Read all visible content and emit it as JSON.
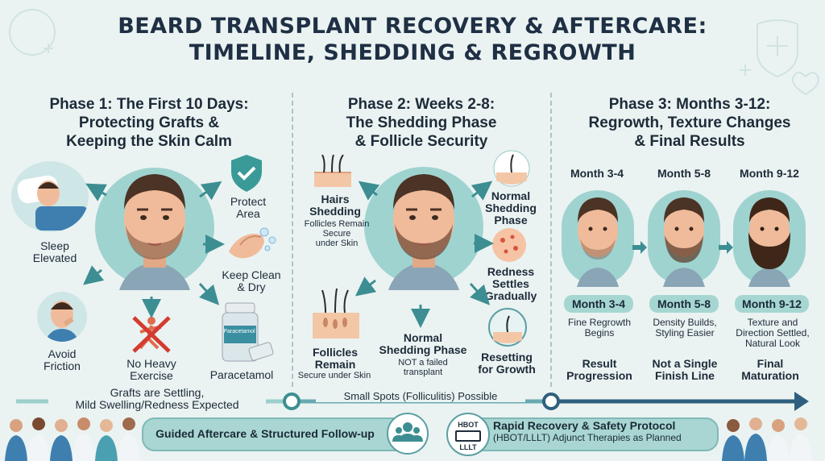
{
  "title_line1": "BEARD TRANSPLANT RECOVERY & AFTERCARE:",
  "title_line2": "TIMELINE, SHEDDING & REGROWTH",
  "phase1": {
    "title": [
      "Phase 1: The First 10 Days:",
      "Protecting Grafts &",
      "Keeping the Skin Calm"
    ],
    "items": {
      "sleep": [
        "Sleep",
        "Elevated"
      ],
      "protect": [
        "Protect",
        "Area"
      ],
      "clean": [
        "Keep Clean",
        "& Dry"
      ],
      "friction": [
        "Avoid",
        "Friction"
      ],
      "exercise": [
        "No Heavy",
        "Exercise"
      ],
      "paracetamol": "Paracetamol",
      "bottle_label": "Paracetamol"
    }
  },
  "phase2": {
    "title": [
      "Phase 2: Weeks 2-8:",
      "The Shedding Phase",
      "& Follicle Security"
    ],
    "items": {
      "hairs_shedding": [
        "Hairs",
        "Shedding"
      ],
      "hairs_sub": [
        "Follicles Remain",
        "Secure",
        "under Skin"
      ],
      "normal_shedding": [
        "Normal",
        "Shedding",
        "Phase"
      ],
      "redness": [
        "Redness",
        "Settles",
        "Gradually"
      ],
      "follicles_remain": [
        "Follicles",
        "Remain"
      ],
      "follicles_sub": "Secure under Skin",
      "normal_center": [
        "Normal",
        "Shedding Phase"
      ],
      "normal_center_sub": [
        "NOT a failed",
        "transplant"
      ],
      "resetting": [
        "Resetting",
        "for Growth"
      ]
    }
  },
  "phase3": {
    "title": [
      "Phase 3: Months 3-12:",
      "Regrowth, Texture Changes",
      "& Final Results"
    ],
    "months": [
      {
        "top": "Month 3-4",
        "pill": "Month 3-4",
        "desc": [
          "Fine Regrowth",
          "Begins"
        ],
        "result": [
          "Result",
          "Progression"
        ]
      },
      {
        "top": "Month 5-8",
        "pill": "Month 5-8",
        "desc": [
          "Density Builds,",
          "Styling Easier"
        ],
        "result": [
          "Not a Single",
          "Finish Line"
        ]
      },
      {
        "top": "Month 9-12",
        "pill": "Month 9-12",
        "desc": [
          "Texture and",
          "Direction Settled,",
          "Natural Look"
        ],
        "result": [
          "Final",
          "Maturation"
        ]
      }
    ]
  },
  "timeline": {
    "note1": [
      "Grafts are Settling,",
      "Mild Swelling/Redness Expected"
    ],
    "note2": "Small Spots (Folliculitis) Possible"
  },
  "bottom": {
    "left": "Guided Aftercare & Structured Follow-up",
    "right_line1": "Rapid Recovery & Safety Protocol",
    "right_line2": "(HBOT/LLLT) Adjunct Therapies as Planned",
    "badge_top": "HBOT",
    "badge_bottom": "LLLT"
  },
  "colors": {
    "teal": "#3d8e92",
    "teal_light": "#9fd3d0",
    "background": "#eaf3f2",
    "arrow_dark": "#2f5f7e"
  }
}
